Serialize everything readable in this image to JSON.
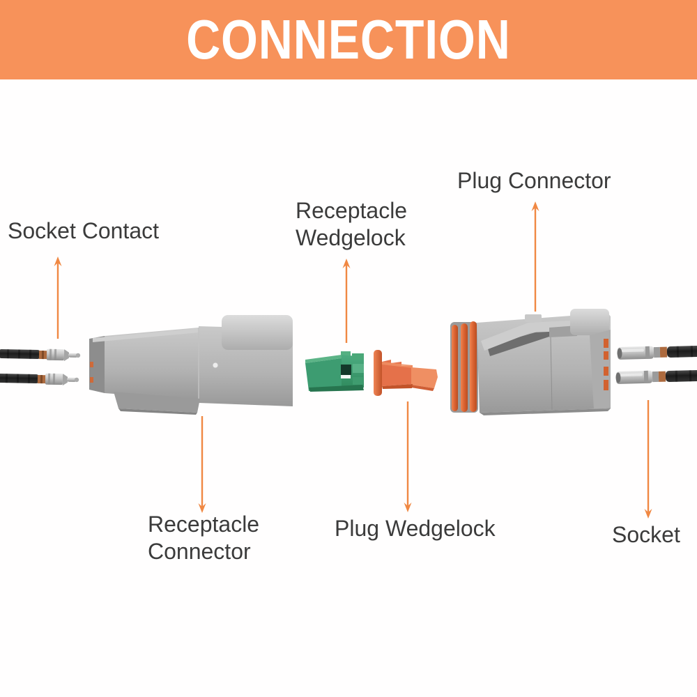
{
  "banner": {
    "title": "CONNECTION",
    "background": "#F7925A",
    "text_color": "#FFFFFF"
  },
  "diagram": {
    "labels": {
      "socket_contact": "Socket Contact",
      "receptacle_wedgelock": "Receptacle Wedgelock",
      "plug_connector": "Plug Connector",
      "receptacle_connector": "Receptacle Connector",
      "plug_wedgelock": "Plug Wedgelock",
      "socket": "Socket"
    },
    "colors": {
      "arrow": "#F08843",
      "label_text": "#3B3B3B",
      "connector_gray": "#B4B4B4",
      "wedgelock_green": "#3D9C71",
      "wedgelock_orange": "#E5714A",
      "seal_ring_orange": "#D8602C",
      "wire_black": "#262626",
      "contact_metal": "#B9B9B9"
    }
  }
}
